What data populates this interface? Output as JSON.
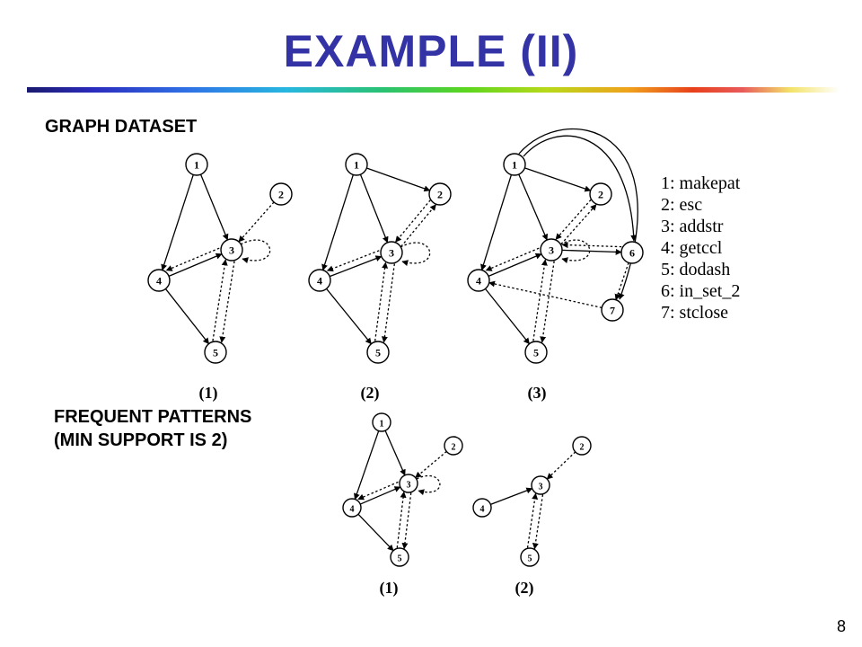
{
  "title": "EXAMPLE (II)",
  "dataset_heading": "GRAPH DATASET",
  "patterns_heading_line1": "FREQUENT PATTERNS",
  "patterns_heading_line2": "(MIN SUPPORT IS 2)",
  "page_number": "8",
  "legend": [
    "1: makepat",
    "2: esc",
    "3: addstr",
    "4: getccl",
    "5: dodash",
    "6: in_set_2",
    "7: stclose"
  ],
  "node_labels": {
    "n1": "1",
    "n2": "2",
    "n3": "3",
    "n4": "4",
    "n5": "5",
    "n6": "6",
    "n7": "7"
  },
  "graph_captions": {
    "dataset": [
      "(1)",
      "(2)",
      "(3)"
    ],
    "patterns": [
      "(1)",
      "(2)"
    ]
  }
}
